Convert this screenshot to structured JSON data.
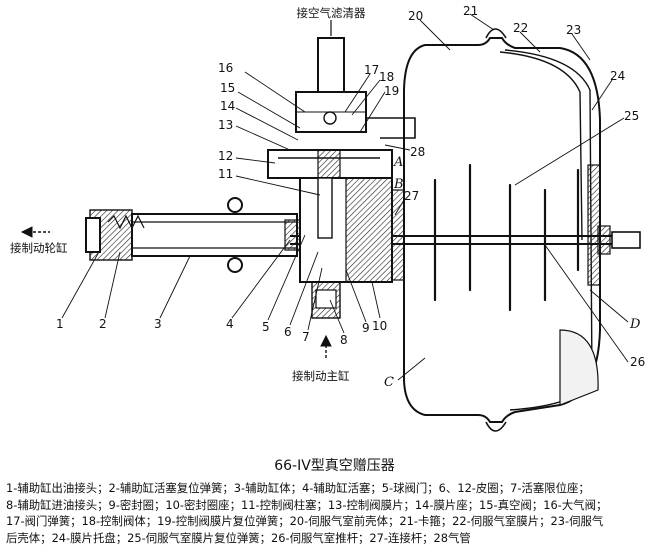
{
  "diagram": {
    "label_air_filter": "接空气滤清器",
    "label_wheel_cyl": "接制动轮缸",
    "label_master_cyl": "接制动主缸",
    "callouts_top": [
      "16",
      "17",
      "18",
      "19",
      "15",
      "14",
      "13",
      "12",
      "11",
      "20",
      "21",
      "22",
      "23",
      "24",
      "25",
      "28",
      "27"
    ],
    "callouts_bottom": [
      "1",
      "2",
      "3",
      "4",
      "5",
      "6",
      "7",
      "8",
      "9",
      "10"
    ],
    "letters": [
      "A",
      "B",
      "C",
      "D"
    ],
    "callout_26": "26"
  },
  "caption": "66-IV型真空赠压器",
  "legend": [
    "1-辅助缸出油接头；2-辅助缸活塞复位弹簧；3-辅助缸体；4-辅助缸活塞；5-球阀门；6、12-皮圈；7-活塞限位座；",
    "8-辅助缸进油接头；9-密封圈；10-密封圈座；11-控制阀柱塞；13-控制阀膜片；14-膜片座；15-真空阀；16-大气阀；",
    "17-阀门弹簧；18-控制阀体；19-控制阀膜片复位弹簧；20-伺服气室前壳体；21-卡箍；22-伺服气室膜片；23-伺服气",
    "后壳体；24-膜片托盘；25-伺服气室膜片复位弹簧；26-伺服气室推杆；27-连接杆；28气管"
  ]
}
